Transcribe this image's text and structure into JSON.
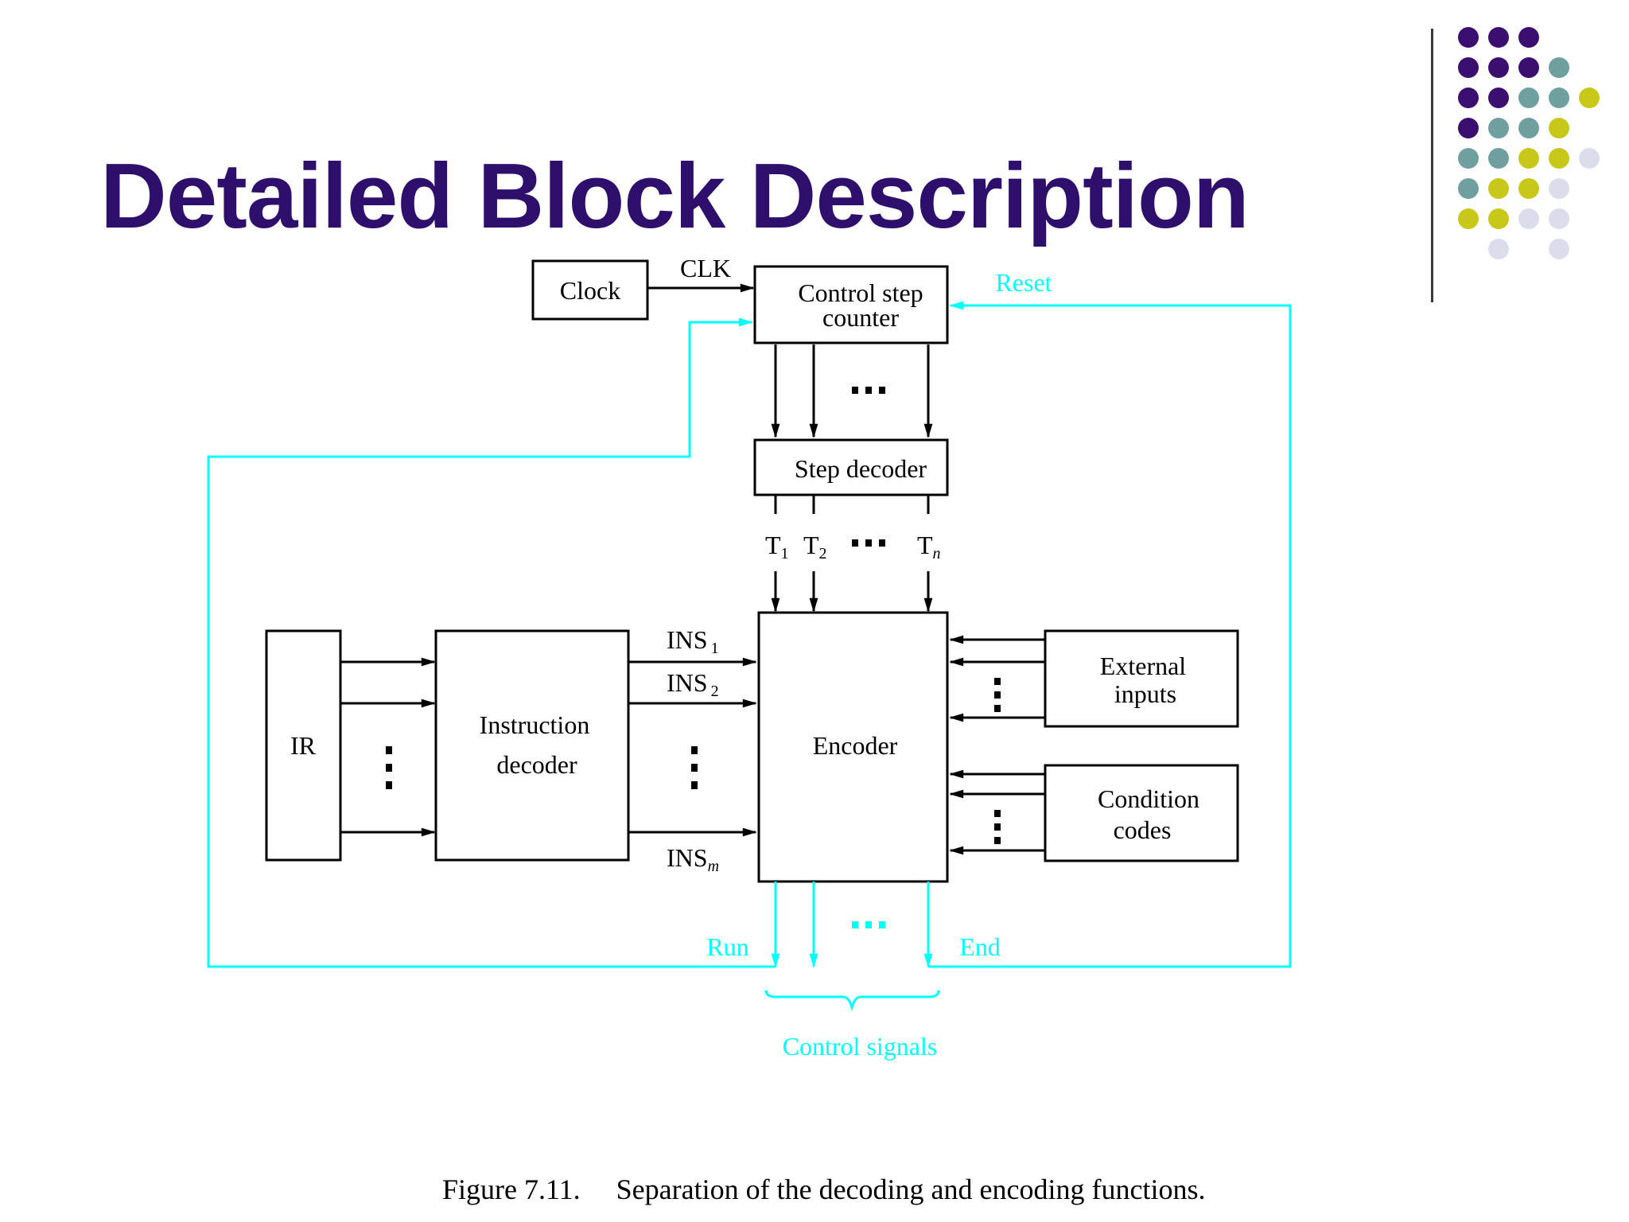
{
  "slide": {
    "title": "Detailed Block Description",
    "caption": "Figure 7.11.     Separation of the decoding and encoding functions."
  },
  "diagram": {
    "clock": "Clock",
    "clk": "CLK",
    "counter_line1": "Control step",
    "counter_line2": "counter",
    "reset": "Reset",
    "step_decoder": "Step decoder",
    "t_prefix": "T",
    "t1_sub": "1",
    "t2_sub": "2",
    "tn_sub": "n",
    "ir": "IR",
    "instr_line1": "Instruction",
    "instr_line2": "decoder",
    "ins_prefix": "INS",
    "ins1_sub": "1",
    "ins2_sub": "2",
    "insm_sub": "m",
    "encoder": "Encoder",
    "ext_line1": "External",
    "ext_line2": "inputs",
    "cond_line1": "Condition",
    "cond_line2": "codes",
    "run": "Run",
    "end": "End",
    "control_signals": "Control signals"
  },
  "colors": {
    "title": "#2e0f6b",
    "feedback": "#00ffff",
    "dot_purple": "#3b0f6f",
    "dot_teal": "#6f9f9f",
    "dot_yellow": "#c8c81a",
    "dot_lavender": "#dcdcec"
  }
}
